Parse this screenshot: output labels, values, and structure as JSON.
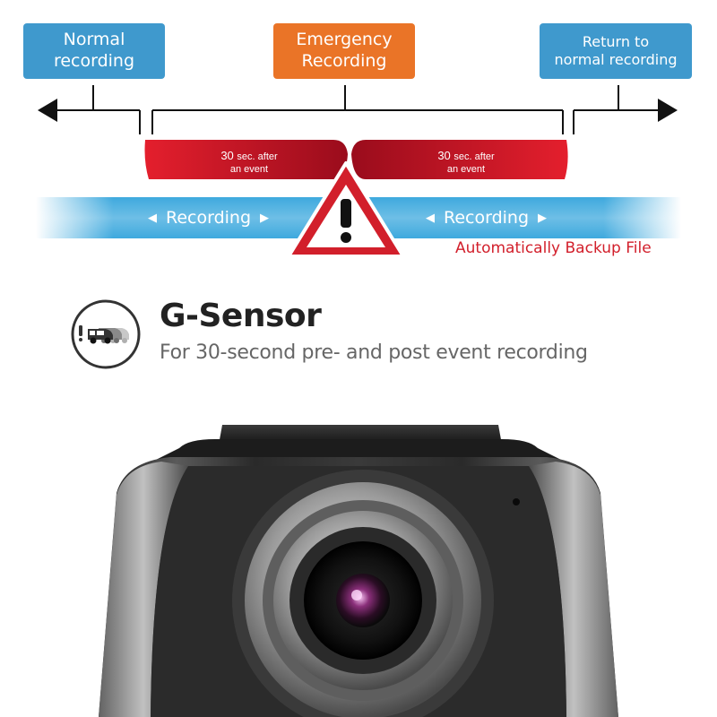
{
  "boxes": {
    "normal": {
      "line1": "Normal",
      "line2": "recording"
    },
    "emergency": {
      "line1": "Emergency",
      "line2": "Recording"
    },
    "return": {
      "line1": "Return to",
      "line2": "normal recording"
    }
  },
  "event_segments": {
    "before": {
      "value": "30",
      "unit": "sec. after",
      "line2": "an event"
    },
    "after": {
      "value": "30",
      "unit": "sec. after",
      "line2": "an event"
    }
  },
  "recording": {
    "left_label": "Recording",
    "right_label": "Recording",
    "arrow_left_icon": "triangle-left-icon",
    "arrow_right_icon": "triangle-right-icon"
  },
  "warning_icon": "warning-triangle-icon",
  "backup_text": "Automatically Backup File",
  "gsensor": {
    "icon": "car-collision-icon",
    "title": "G-Sensor",
    "subtitle": "For 30-second pre- and post event recording"
  },
  "colors": {
    "box_blue": "#3f99cd",
    "box_orange": "#ea7427",
    "event_red": "#c8102e",
    "recording_blue": "#1c9ad8",
    "backup_red": "#d21f2b"
  },
  "camera_icon": "dash-camera-image"
}
